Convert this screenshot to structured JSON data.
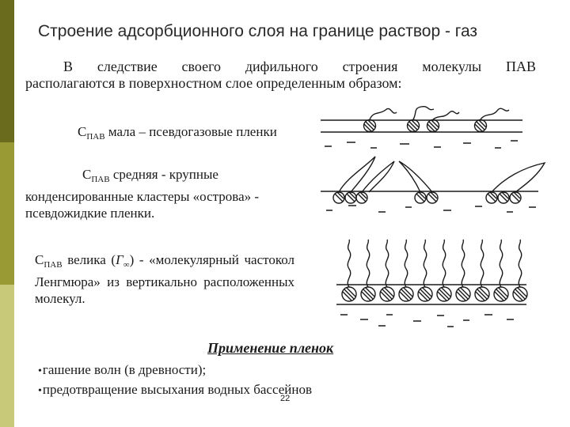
{
  "slide": {
    "title": "Строение адсорбционного слоя на границе раствор - газ",
    "intro": {
      "line1_words": [
        "В",
        "следствие",
        "своего",
        "дифильного",
        "строения",
        "молекулы",
        "ПАВ"
      ],
      "line2": "располагаются в поверхностном слое определенным образом:"
    },
    "case_low": {
      "c": "С",
      "sub": "ПАВ",
      "text": " мала – псевдогазовые пленки"
    },
    "case_medium": {
      "c": "С",
      "sub": "ПАВ",
      "text_line1": " средняя - крупные",
      "text_rest": "конденсированные кластеры «острова» -  псевдожидкие пленки."
    },
    "case_high": {
      "c": "С",
      "sub": "ПАВ",
      "text_a": "  велика  (",
      "gamma": "Г",
      "gamma_sub": "∞",
      "text_b": ")  -  «молекулярный частокол Ленгмюра» из вертикально расположенных молекул."
    },
    "applications": {
      "title": "Применение пленок",
      "items": [
        "гашение волн (в древности);",
        "предотвращение высыхания водных бассейнов"
      ],
      "bullet": "•"
    },
    "page_number": "22"
  },
  "colors": {
    "sidebar_dark": "#6b6b1e",
    "sidebar_mid": "#9a9a35",
    "sidebar_light": "#c9c97a",
    "ink": "#1a1a1a"
  }
}
